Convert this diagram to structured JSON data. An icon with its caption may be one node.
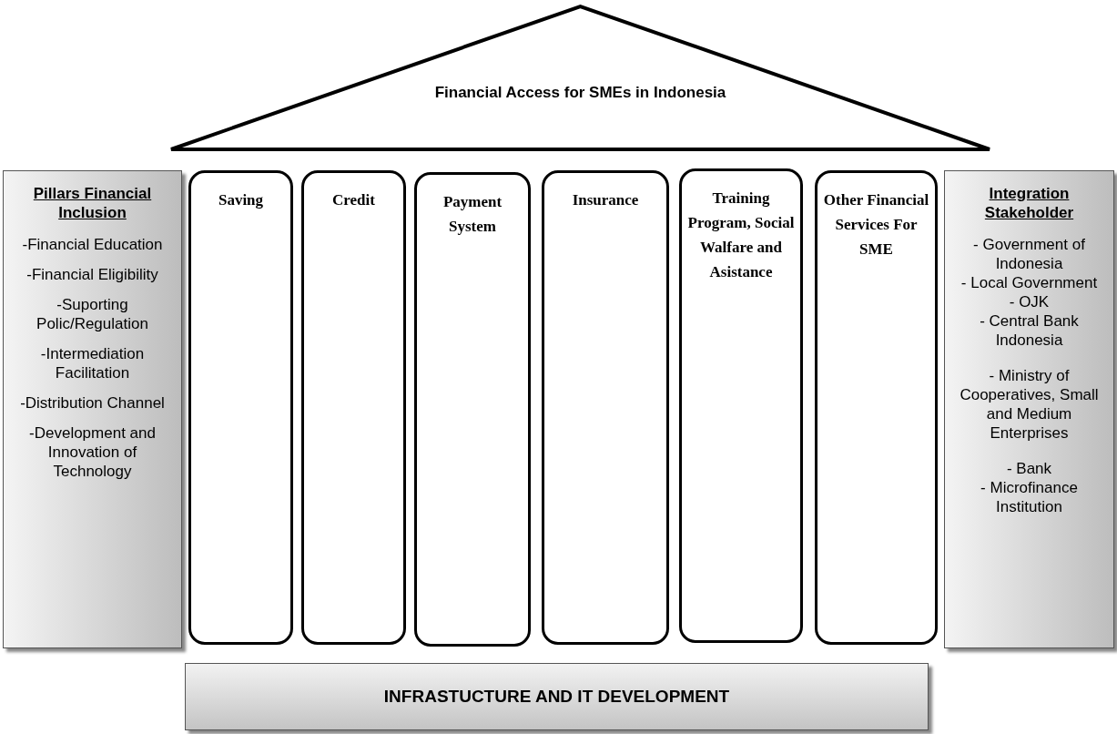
{
  "diagram": {
    "nodes": [
      {
        "text": [
          "Financial Access for SMEs in Indonesia"
        ]
      },
      {
        "text": [
          "Pillars Financial Inclusion",
          "-Financial Education",
          "-Financial Eligibility",
          "-Suporting Polic/Regulation",
          "-Intermediation Facilitation",
          "-Distribution Channel",
          "-Development and Innovation of Technology"
        ]
      },
      {
        "text": [
          "Saving"
        ]
      },
      {
        "text": [
          "Credit"
        ]
      },
      {
        "text": [
          "Payment System"
        ]
      },
      {
        "text": [
          "Insurance"
        ]
      },
      {
        "text": [
          "Training Program, Social Walfare and Asistance"
        ]
      },
      {
        "text": [
          "Other Financial Services For SME"
        ]
      },
      {
        "text": [
          "Integration Stakeholder",
          "- Government of Indonesia",
          "- Local Government",
          "- OJK",
          "- Central Bank Indonesia",
          "- Ministry of Cooperatives, Small and Medium Enterprises",
          "- Bank",
          "- Microfinance Institution"
        ]
      },
      {
        "text": [
          "INFRASTUCTURE AND IT DEVELOPMENT"
        ]
      }
    ],
    "edges": []
  }
}
